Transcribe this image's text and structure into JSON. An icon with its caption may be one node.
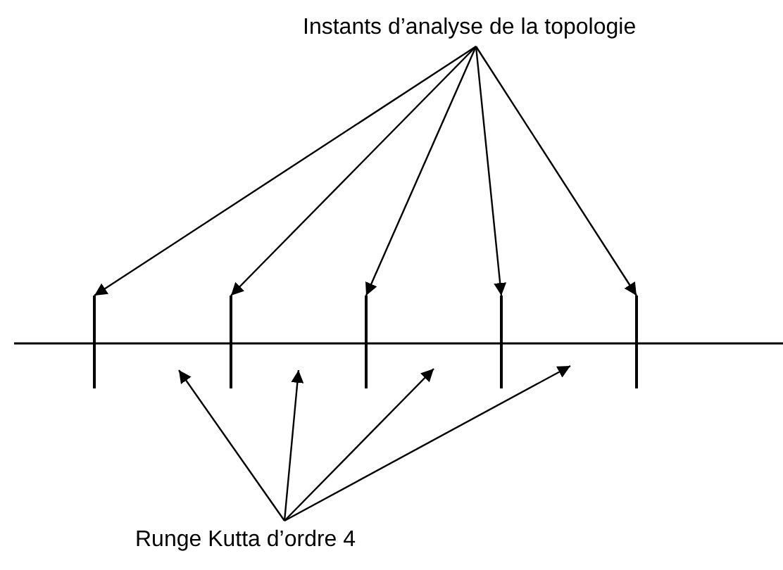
{
  "diagram": {
    "nodes": [
      {
        "text": [
          "Instants d’analyse de la topologie"
        ]
      },
      {
        "text": [],
        "shape": "bar"
      },
      {
        "text": [],
        "shape": "bar"
      },
      {
        "text": [],
        "shape": "bar"
      },
      {
        "text": [],
        "shape": "bar"
      },
      {
        "text": [],
        "shape": "bar"
      },
      {
        "text": [
          "Runge Kutta d’ordre 4"
        ]
      }
    ],
    "edges": [
      {
        "from": 0,
        "to": 1,
        "arrow": "to"
      },
      {
        "from": 0,
        "to": 2,
        "arrow": "to"
      },
      {
        "from": 0,
        "to": 3,
        "arrow": "to"
      },
      {
        "from": 0,
        "to": 4,
        "arrow": "to"
      },
      {
        "from": 0,
        "to": 5,
        "arrow": "to"
      },
      {
        "from": 6,
        "to": null,
        "arrow": "to"
      },
      {
        "from": 6,
        "to": null,
        "arrow": "to"
      },
      {
        "from": 6,
        "to": null,
        "arrow": "to"
      },
      {
        "from": 6,
        "to": null,
        "arrow": "to"
      }
    ]
  }
}
